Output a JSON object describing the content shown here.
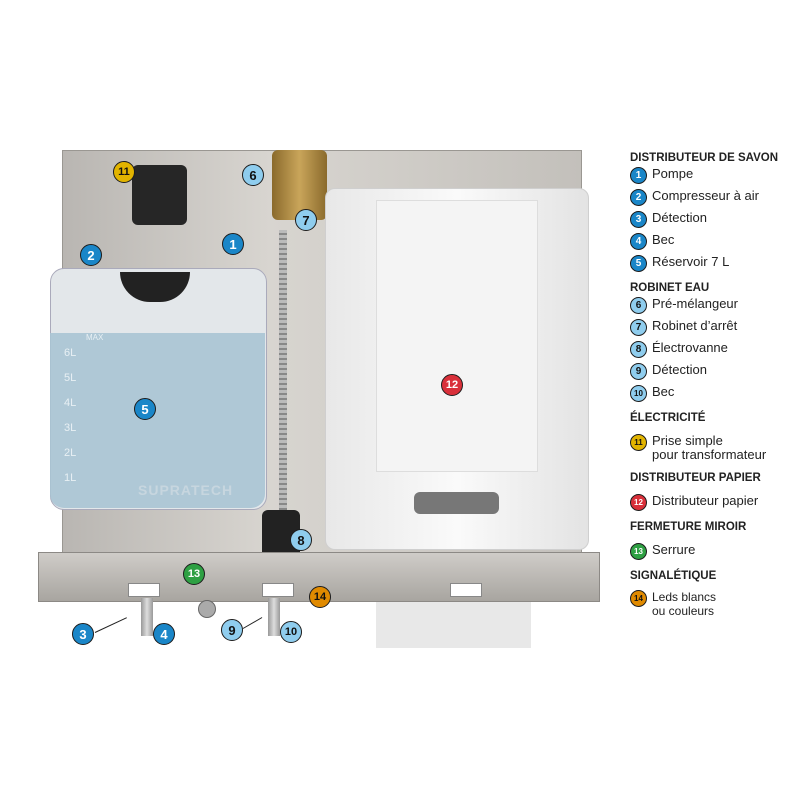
{
  "diagram": {
    "tank_levels": [
      "MAX",
      "6L",
      "5L",
      "4L",
      "3L",
      "2L",
      "1L"
    ],
    "tank_brand": "SUPRATECH",
    "markers": [
      "1",
      "2",
      "3",
      "4",
      "5",
      "6",
      "7",
      "8",
      "9",
      "10",
      "11",
      "12",
      "13",
      "14"
    ]
  },
  "legend": [
    {
      "title": "DISTRIBUTEUR DE SAVON",
      "items": [
        {
          "n": "1",
          "label": "Pompe"
        },
        {
          "n": "2",
          "label": "Compresseur à air"
        },
        {
          "n": "3",
          "label": "Détection"
        },
        {
          "n": "4",
          "label": "Bec"
        },
        {
          "n": "5",
          "label": "Réservoir 7 L"
        }
      ]
    },
    {
      "title": "ROBINET EAU",
      "items": [
        {
          "n": "6",
          "label": "Pré-mélangeur"
        },
        {
          "n": "7",
          "label": "Robinet d’arrêt"
        },
        {
          "n": "8",
          "label": "Électrovanne"
        },
        {
          "n": "9",
          "label": "Détection"
        },
        {
          "n": "10",
          "label": "Bec"
        }
      ]
    },
    {
      "title": "ÉLECTRICITÉ",
      "items": [
        {
          "n": "11",
          "label": "Prise simple",
          "label2": "pour transformateur"
        }
      ]
    },
    {
      "title": "DISTRIBUTEUR PAPIER",
      "items": [
        {
          "n": "12",
          "label": "Distributeur papier"
        }
      ]
    },
    {
      "title": "FERMETURE MIROIR",
      "items": [
        {
          "n": "13",
          "label": "Serrure"
        }
      ]
    },
    {
      "title": "SIGNALÉTIQUE",
      "items": [
        {
          "n": "14",
          "label": "Leds blancs",
          "label2": "ou couleurs"
        }
      ]
    }
  ],
  "colors": {
    "soap": "#1a86c8",
    "water": "#8fcdee",
    "electric": "#e2b400",
    "paper": "#d9303a",
    "lock": "#2ea043",
    "signage": "#e08a00"
  }
}
